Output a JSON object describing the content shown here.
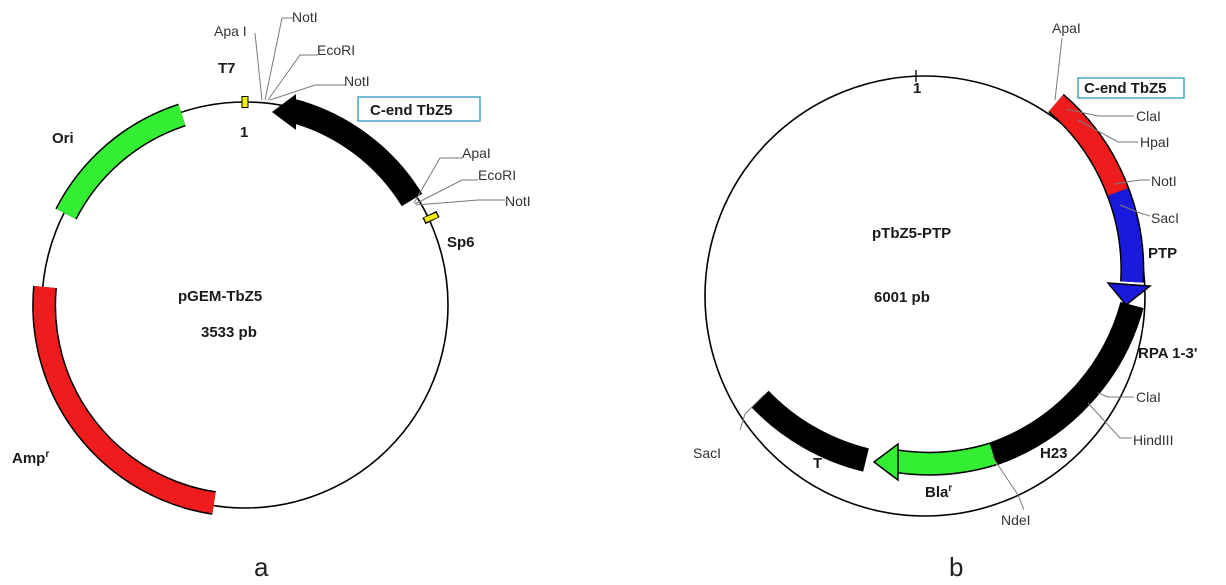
{
  "panel_a": {
    "title": "pGEM-TbZ5",
    "size": "3533 pb",
    "panel_label": "a",
    "start_label": "1",
    "promoters": {
      "t7": "T7",
      "sp6": "Sp6"
    },
    "features": {
      "ori": "Ori",
      "amp": "Amp",
      "amp_sup": "r",
      "insert": "C-end TbZ5"
    },
    "sites": {
      "apa1_top": "Apa I",
      "not1_top": "NotI",
      "ecor1_top": "EcoRI",
      "not1_top2": "NotI",
      "apa1_right": "ApaI",
      "ecor1_right": "EcoRI",
      "not1_right": "NotI"
    }
  },
  "panel_b": {
    "title": "pTbZ5-PTP",
    "size": "6001 pb",
    "panel_label": "b",
    "start_label": "1",
    "features": {
      "insert": "C-end TbZ5",
      "ptp": "PTP",
      "rpa": "RPA 1-3'",
      "h23": "H23",
      "bla": "Bla",
      "bla_sup": "r",
      "t": "T"
    },
    "sites": {
      "apa1": "ApaI",
      "cla1_top": "ClaI",
      "hpa1": "HpaI",
      "not1": "NotI",
      "sac1_right": "SacI",
      "cla1_bottom": "ClaI",
      "hind3": "HindIII",
      "nde1": "NdeI",
      "sac1_left": "SacI"
    }
  },
  "colors": {
    "green": "#33ee33",
    "red": "#ee1c1c",
    "black": "#000000",
    "blue": "#1a1adc",
    "yellow": "#f0f000",
    "box_border": "#4aa3c8"
  }
}
